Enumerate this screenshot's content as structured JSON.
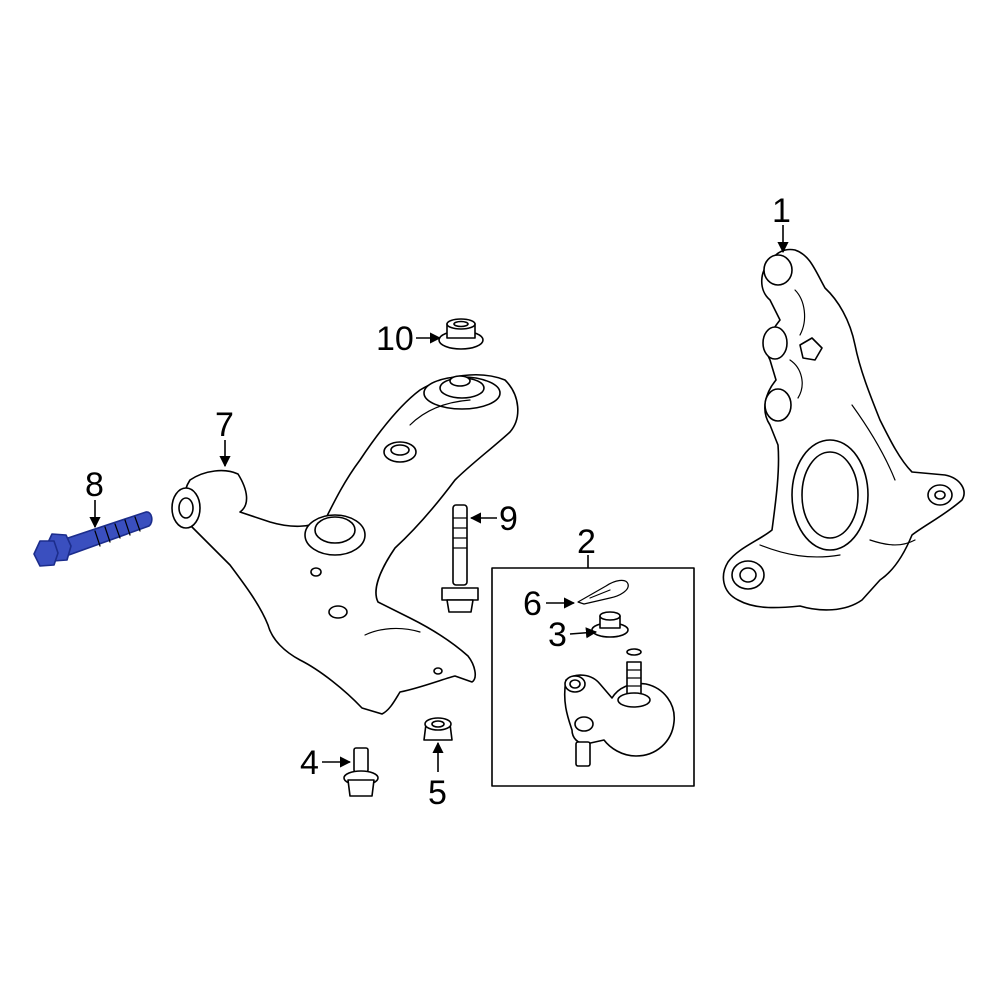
{
  "diagram": {
    "highlight_color": "#3a4fbf",
    "line_color": "#000000",
    "background": "#ffffff",
    "callouts": [
      {
        "id": "c1",
        "label": "1"
      },
      {
        "id": "c2",
        "label": "2"
      },
      {
        "id": "c3",
        "label": "3"
      },
      {
        "id": "c4",
        "label": "4"
      },
      {
        "id": "c5",
        "label": "5"
      },
      {
        "id": "c6",
        "label": "6"
      },
      {
        "id": "c7",
        "label": "7"
      },
      {
        "id": "c8",
        "label": "8"
      },
      {
        "id": "c9",
        "label": "9"
      },
      {
        "id": "c10",
        "label": "10"
      }
    ],
    "highlighted_part": "8"
  }
}
